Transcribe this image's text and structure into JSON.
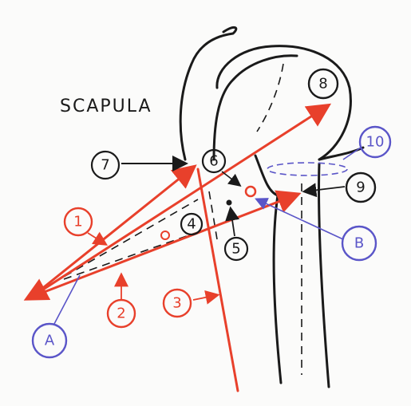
{
  "title": "SCAPULA",
  "colors": {
    "ink": "#1a1a1a",
    "red": "#e8402b",
    "blue": "#5a55c8",
    "paper": "#fbfbfa"
  },
  "labels": {
    "n1": "1",
    "n2": "2",
    "n3": "3",
    "n4": "4",
    "n5": "5",
    "n6": "6",
    "n7": "7",
    "n8": "8",
    "n9": "9",
    "n10": "10",
    "a": "A",
    "b": "B"
  }
}
